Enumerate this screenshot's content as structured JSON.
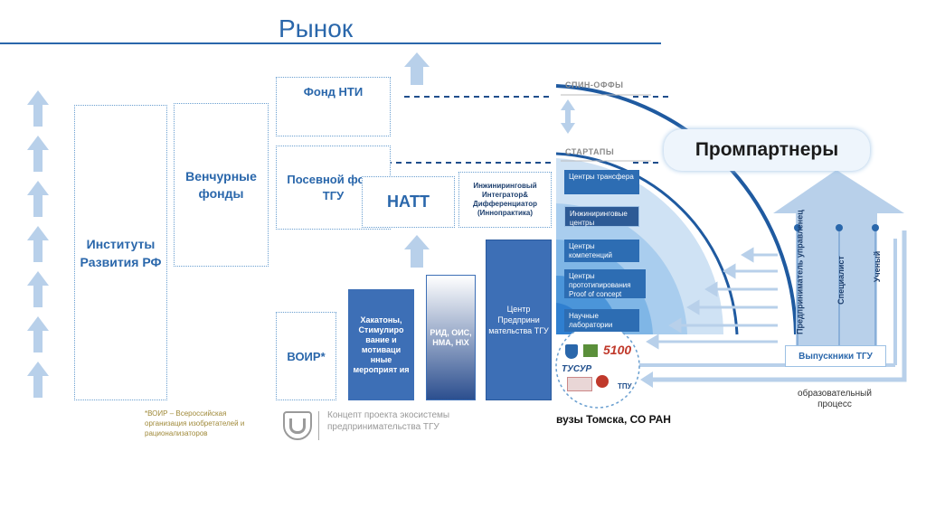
{
  "title": "Рынок",
  "left_box": "Институты Развития РФ",
  "venture_box": "Венчурные фонды",
  "nti_box": "Фонд НТИ",
  "seed_box": "Посевной фонд ТГУ",
  "natt_box": "НАТТ",
  "engineering_box": "Инжиниринговый Интегратор& Дифференциатор (Иннопрактика)",
  "voir_box": "ВОИР*",
  "voir_note": "*ВОИР – Всероссийская организация изобретателей и рационализаторов",
  "logo_caption": "Концепт проекта экосистемы предпринимательства ТГУ",
  "bars": {
    "hackathons": "Хакатоны, Стимулиро вание и мотиваци нные мероприят ия",
    "rid": "РИД, ОИС, НМА, Н\\Х",
    "center": "Центр Предприни мательства ТГУ"
  },
  "spin_offs": "СПИН-ОФФЫ",
  "startups": "СТАРТАПЫ",
  "centers": [
    "Центры трансфера",
    "Инжиниринговые центры",
    "Центры компетенций",
    "Центры прототипирования Proof of concept",
    "Научные лаборатории"
  ],
  "prompartners": "Промпартнеры",
  "roles": [
    "Предприниматель управленец",
    "Специалист",
    "Ученый"
  ],
  "graduates": "Выпускники ТГУ",
  "education": "образовательный процесс",
  "universities": "вузы Томска, СО РАН",
  "logos": [
    "5100",
    "ТУСУР",
    "ТПУ"
  ],
  "colors": {
    "primary": "#2a67ab",
    "bar_blue": "#3d6fb6",
    "arrow": "#b8d0ea"
  }
}
